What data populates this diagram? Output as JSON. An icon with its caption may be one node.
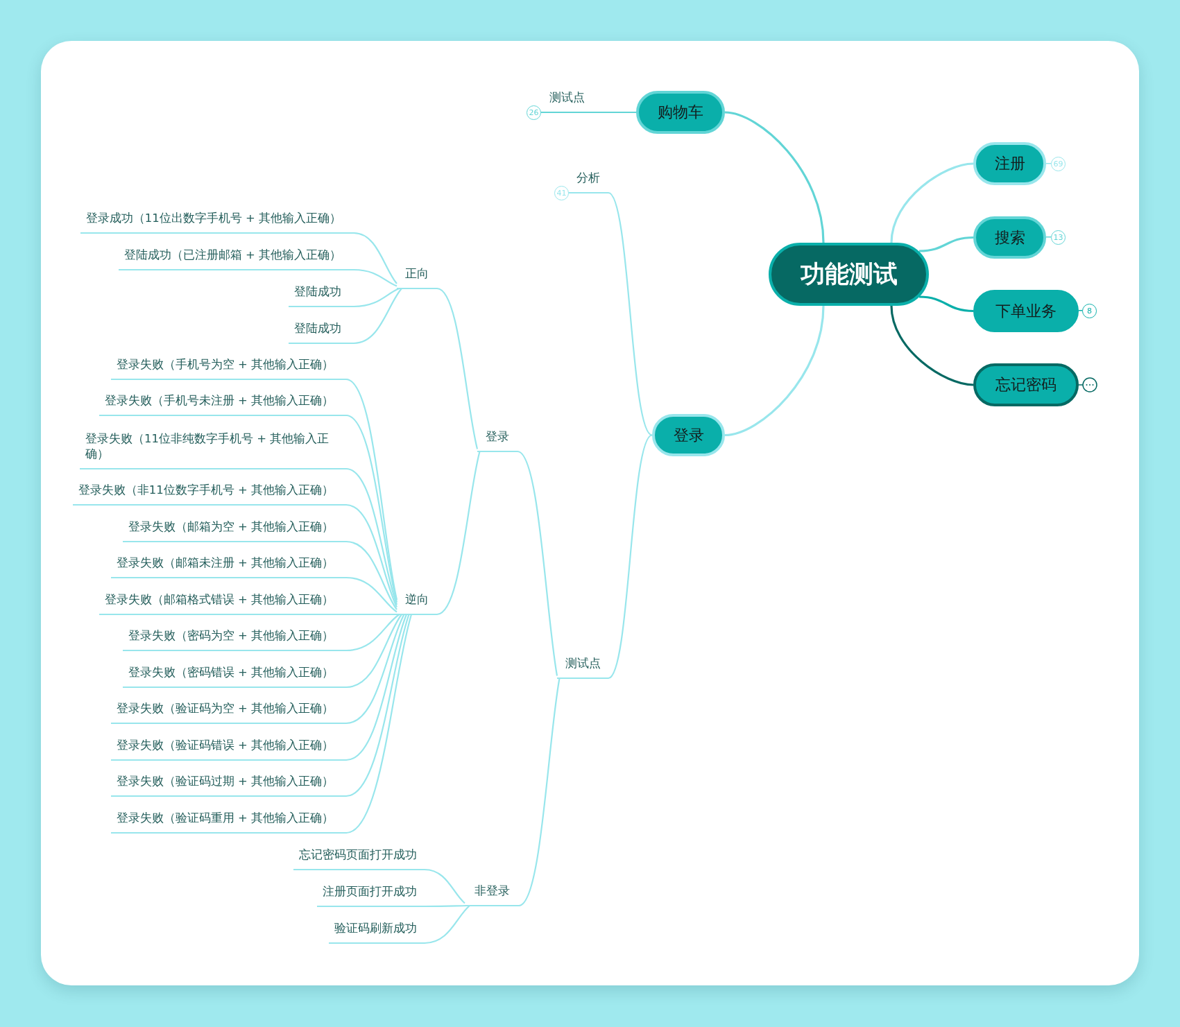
{
  "diagram": {
    "nodes": [
      {
        "text": [
          "功能测试"
        ]
      },
      {
        "text": [
          "购物车"
        ]
      },
      {
        "text": [
          "测试点"
        ],
        "beside": [
          "26"
        ]
      },
      {
        "text": [
          "注册"
        ],
        "beside": [
          "69"
        ]
      },
      {
        "text": [
          "搜索"
        ],
        "beside": [
          "13"
        ]
      },
      {
        "text": [
          "下单业务"
        ],
        "beside": [
          "8"
        ]
      },
      {
        "text": [
          "忘记密码"
        ]
      },
      {
        "text": [
          "登录"
        ]
      },
      {
        "text": [
          "分析"
        ],
        "beside": [
          "41"
        ]
      },
      {
        "text": [
          "测试点"
        ]
      },
      {
        "text": [
          "登录"
        ]
      },
      {
        "text": [
          "正向"
        ]
      },
      {
        "text": [
          "登录成功（11位出数字手机号 + 其他输入正确）"
        ]
      },
      {
        "text": [
          "登陆成功（已注册邮箱 + 其他输入正确）"
        ]
      },
      {
        "text": [
          "登陆成功"
        ]
      },
      {
        "text": [
          "登陆成功"
        ]
      },
      {
        "text": [
          "逆向"
        ]
      },
      {
        "text": [
          "登录失败（手机号为空 + 其他输入正确）"
        ]
      },
      {
        "text": [
          "登录失败（手机号未注册 + 其他输入正确）"
        ]
      },
      {
        "text": [
          "登录失败（11位非纯数字手机号 + 其他输入正确）"
        ]
      },
      {
        "text": [
          "登录失败（非11位数字手机号 + 其他输入正确）"
        ]
      },
      {
        "text": [
          "登录失败（邮箱为空 + 其他输入正确）"
        ]
      },
      {
        "text": [
          "登录失败（邮箱未注册 + 其他输入正确）"
        ]
      },
      {
        "text": [
          "登录失败（邮箱格式错误 + 其他输入正确）"
        ]
      },
      {
        "text": [
          "登录失败（密码为空 + 其他输入正确）"
        ]
      },
      {
        "text": [
          "登录失败（密码错误 + 其他输入正确）"
        ]
      },
      {
        "text": [
          "登录失败（验证码为空 + 其他输入正确）"
        ]
      },
      {
        "text": [
          "登录失败（验证码错误 + 其他输入正确）"
        ]
      },
      {
        "text": [
          "登录失败（验证码过期 + 其他输入正确）"
        ]
      },
      {
        "text": [
          "登录失败（验证码重用 + 其他输入正确）"
        ]
      },
      {
        "text": [
          "非登录"
        ]
      },
      {
        "text": [
          "忘记密码页面打开成功"
        ]
      },
      {
        "text": [
          "注册页面打开成功"
        ]
      },
      {
        "text": [
          "验证码刷新成功"
        ]
      }
    ],
    "edges": [
      {
        "from": 0,
        "to": 1,
        "arrow": "none",
        "color": "#62d5d6"
      },
      {
        "from": 1,
        "to": 2,
        "arrow": "none",
        "color": "#62d5d6"
      },
      {
        "from": 0,
        "to": 3,
        "arrow": "none"
      },
      {
        "from": 0,
        "to": 4,
        "arrow": "none",
        "color": "#62d5d6"
      },
      {
        "from": 0,
        "to": 5,
        "arrow": "none",
        "color": "#0aafaa"
      },
      {
        "from": 0,
        "to": 6,
        "arrow": "none",
        "color": "#066963"
      },
      {
        "from": 0,
        "to": 7,
        "arrow": "none"
      },
      {
        "from": 7,
        "to": 8,
        "arrow": "none"
      },
      {
        "from": 7,
        "to": 9,
        "arrow": "none"
      },
      {
        "from": 9,
        "to": 10,
        "arrow": "none"
      },
      {
        "from": 10,
        "to": 11,
        "arrow": "none"
      },
      {
        "from": 11,
        "to": 12,
        "arrow": "none"
      },
      {
        "from": 11,
        "to": 13,
        "arrow": "none"
      },
      {
        "from": 11,
        "to": 14,
        "arrow": "none"
      },
      {
        "from": 11,
        "to": 15,
        "arrow": "none"
      },
      {
        "from": 10,
        "to": 16,
        "arrow": "none"
      },
      {
        "from": 16,
        "to": 17,
        "arrow": "none"
      },
      {
        "from": 16,
        "to": 18,
        "arrow": "none"
      },
      {
        "from": 16,
        "to": 19,
        "arrow": "none"
      },
      {
        "from": 16,
        "to": 20,
        "arrow": "none"
      },
      {
        "from": 16,
        "to": 21,
        "arrow": "none"
      },
      {
        "from": 16,
        "to": 22,
        "arrow": "none"
      },
      {
        "from": 16,
        "to": 23,
        "arrow": "none"
      },
      {
        "from": 16,
        "to": 24,
        "arrow": "none"
      },
      {
        "from": 16,
        "to": 25,
        "arrow": "none"
      },
      {
        "from": 16,
        "to": 26,
        "arrow": "none"
      },
      {
        "from": 16,
        "to": 27,
        "arrow": "none"
      },
      {
        "from": 16,
        "to": 28,
        "arrow": "none"
      },
      {
        "from": 16,
        "to": 29,
        "arrow": "none"
      },
      {
        "from": 9,
        "to": 30,
        "arrow": "none"
      },
      {
        "from": 30,
        "to": 31,
        "arrow": "none"
      },
      {
        "from": 30,
        "to": 32,
        "arrow": "none"
      },
      {
        "from": 30,
        "to": 33,
        "arrow": "none"
      }
    ]
  }
}
